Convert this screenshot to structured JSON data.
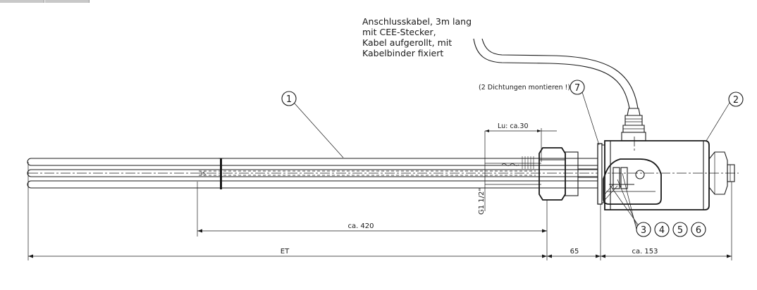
{
  "cable_note": {
    "lines": [
      "Anschlusskabel, 3m lang",
      "mit CEE-Stecker,",
      "Kabel aufgerollt, mit",
      "Kabelbinder fixiert"
    ]
  },
  "gasket_note": "(2 Dichtungen montieren !)",
  "labels": {
    "length_unheated": "Lu: ca.30",
    "thread": "G1 1/2\"",
    "dim_420": "ca. 420",
    "dim_et": "ET",
    "dim_65": "65",
    "dim_153": "ca. 153"
  },
  "callouts": [
    "1",
    "2",
    "3",
    "4",
    "5",
    "6",
    "7"
  ],
  "title_tabs": [
    "",
    ""
  ]
}
